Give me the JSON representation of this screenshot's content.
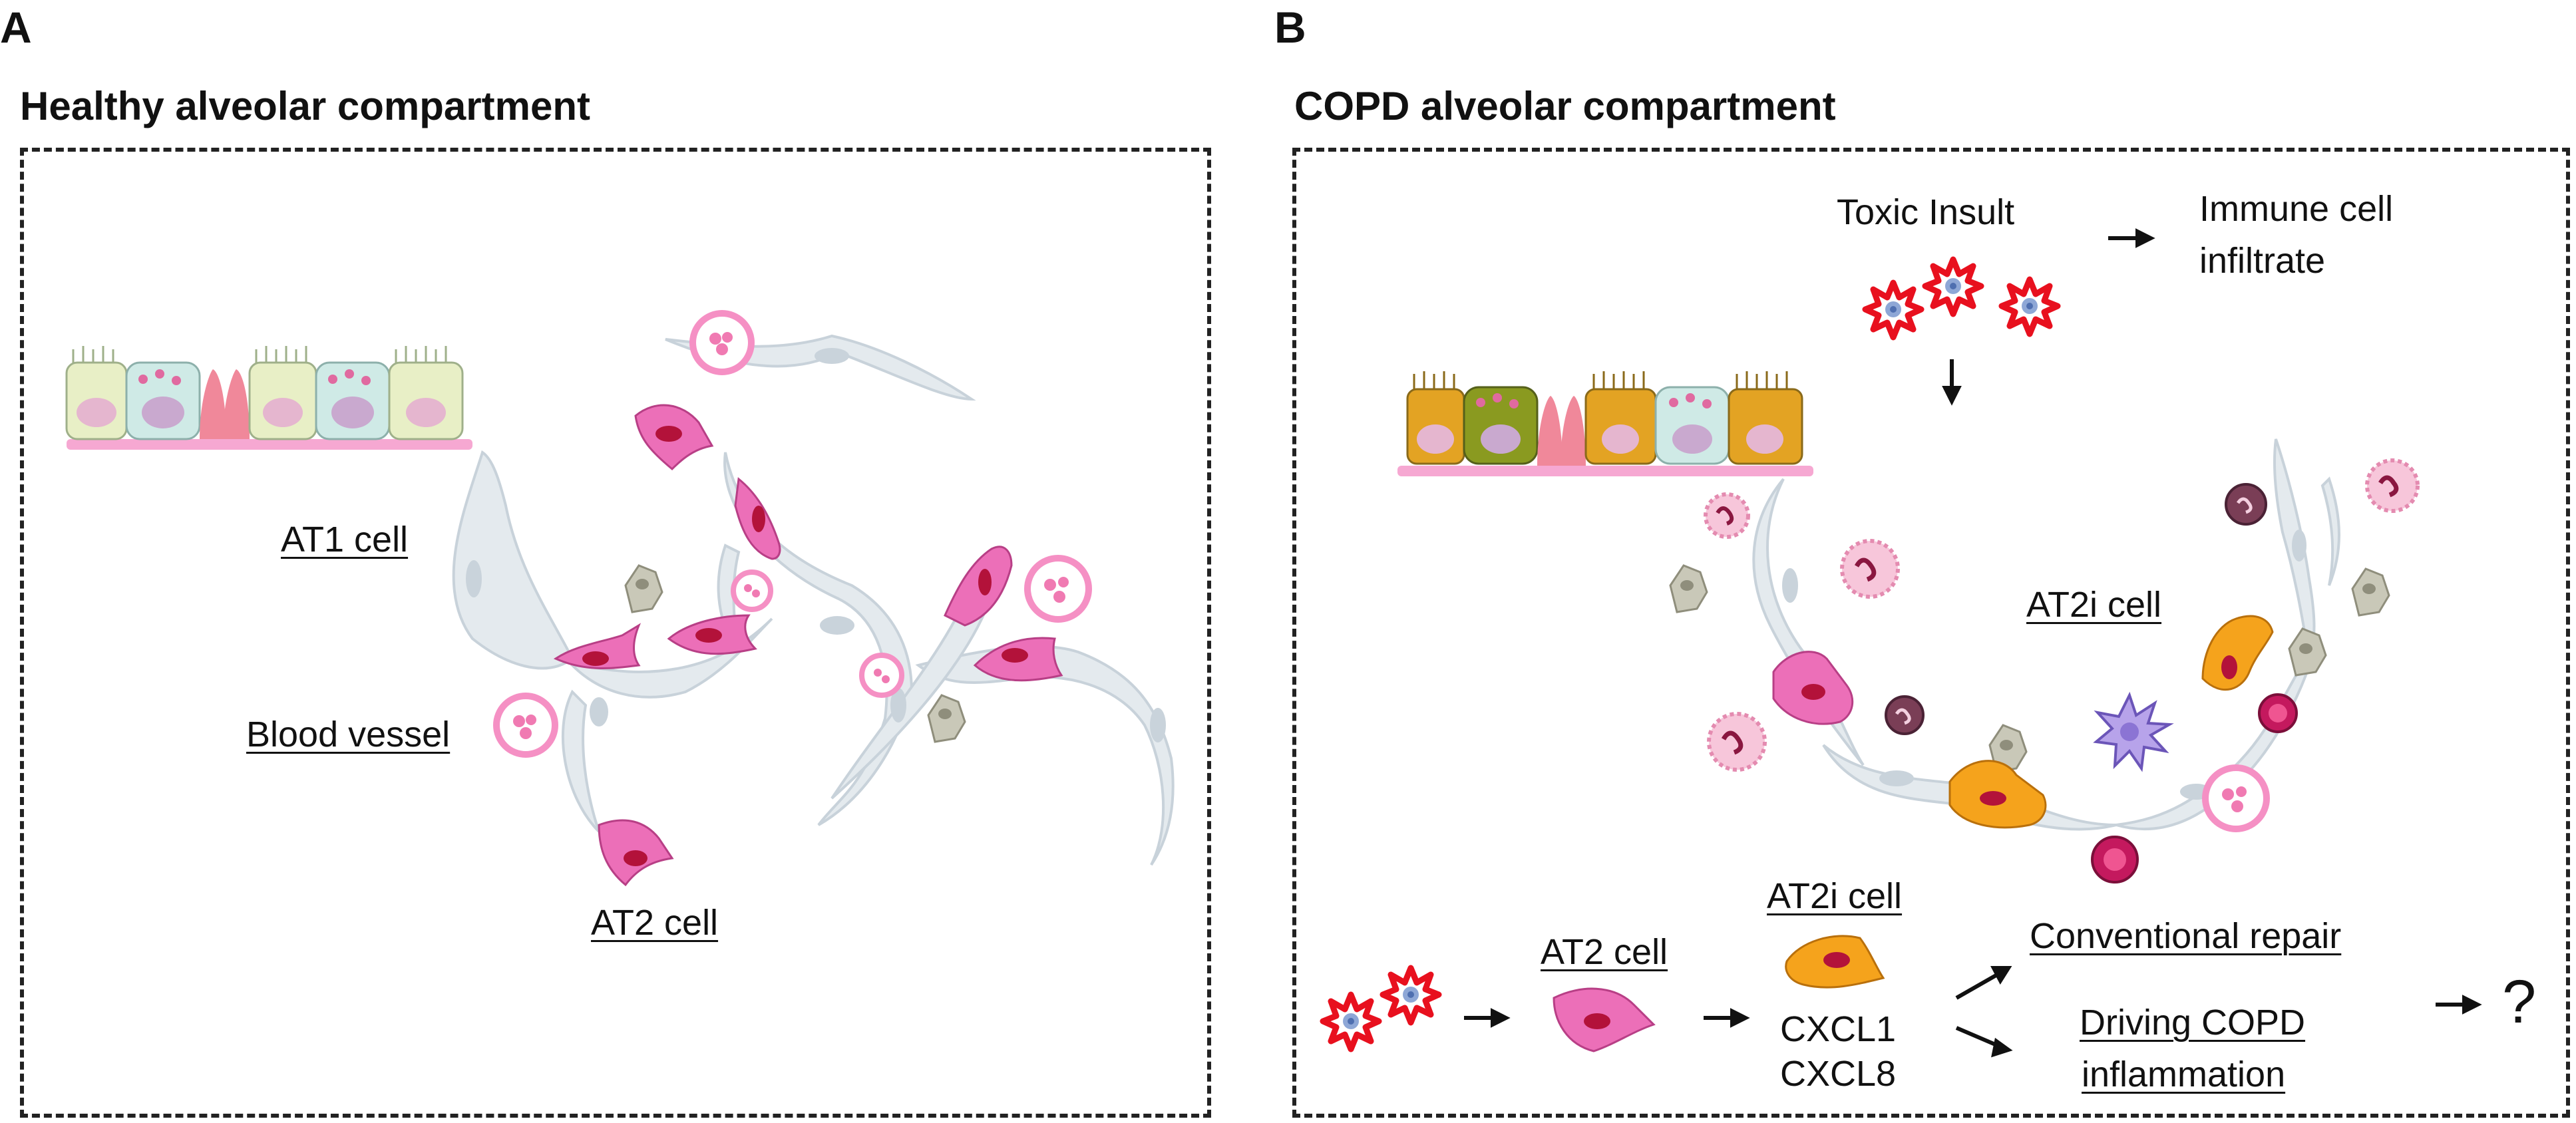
{
  "panel_a": {
    "letter": "A",
    "title": "Healthy alveolar compartment",
    "labels": {
      "at1": "AT1 cell",
      "vessel": "Blood vessel",
      "at2": "AT2 cell"
    }
  },
  "panel_b": {
    "letter": "B",
    "title": "COPD alveolar compartment",
    "toxic_insult": "Toxic Insult",
    "immune_line1": "Immune cell",
    "immune_line2": "infiltrate",
    "at2i_center": "AT2i cell",
    "at2_bottom": "AT2 cell",
    "at2i_bottom": "AT2i cell",
    "cxcl1": "CXCL1",
    "cxcl8": "CXCL8",
    "conventional_repair": "Conventional repair",
    "driving_line1": "Driving COPD",
    "driving_line2": "inflammation",
    "question": "?"
  },
  "colors": {
    "at2_pink": "#ec6fb8",
    "at2i_orange": "#f5a31c",
    "nucleus_red": "#b3123a",
    "at1_gray": "#e3e9ee",
    "membrane_pink": "#f6a8d2",
    "insult_red": "#e8101e"
  }
}
